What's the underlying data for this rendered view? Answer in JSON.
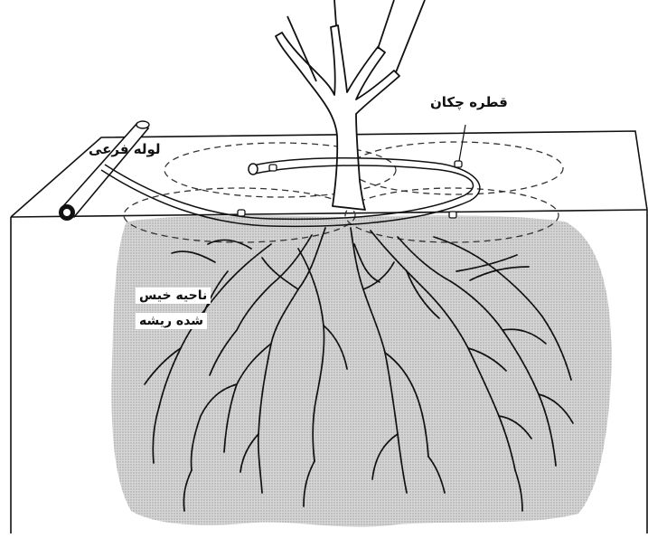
{
  "labels": {
    "branch_pipe": "لوله فرعی",
    "dripper": "قطره چکان",
    "wetted_zone_line1": "ناحیه خیس",
    "wetted_zone_line2": "شده ریشه"
  },
  "colors": {
    "line": "#111111",
    "background": "#ffffff",
    "wetted_shade": "#c9c9c9"
  },
  "icons": [
    "tree",
    "branch-pipe",
    "lateral-hose",
    "dripper-emitter",
    "root-system",
    "wetting-circle"
  ]
}
